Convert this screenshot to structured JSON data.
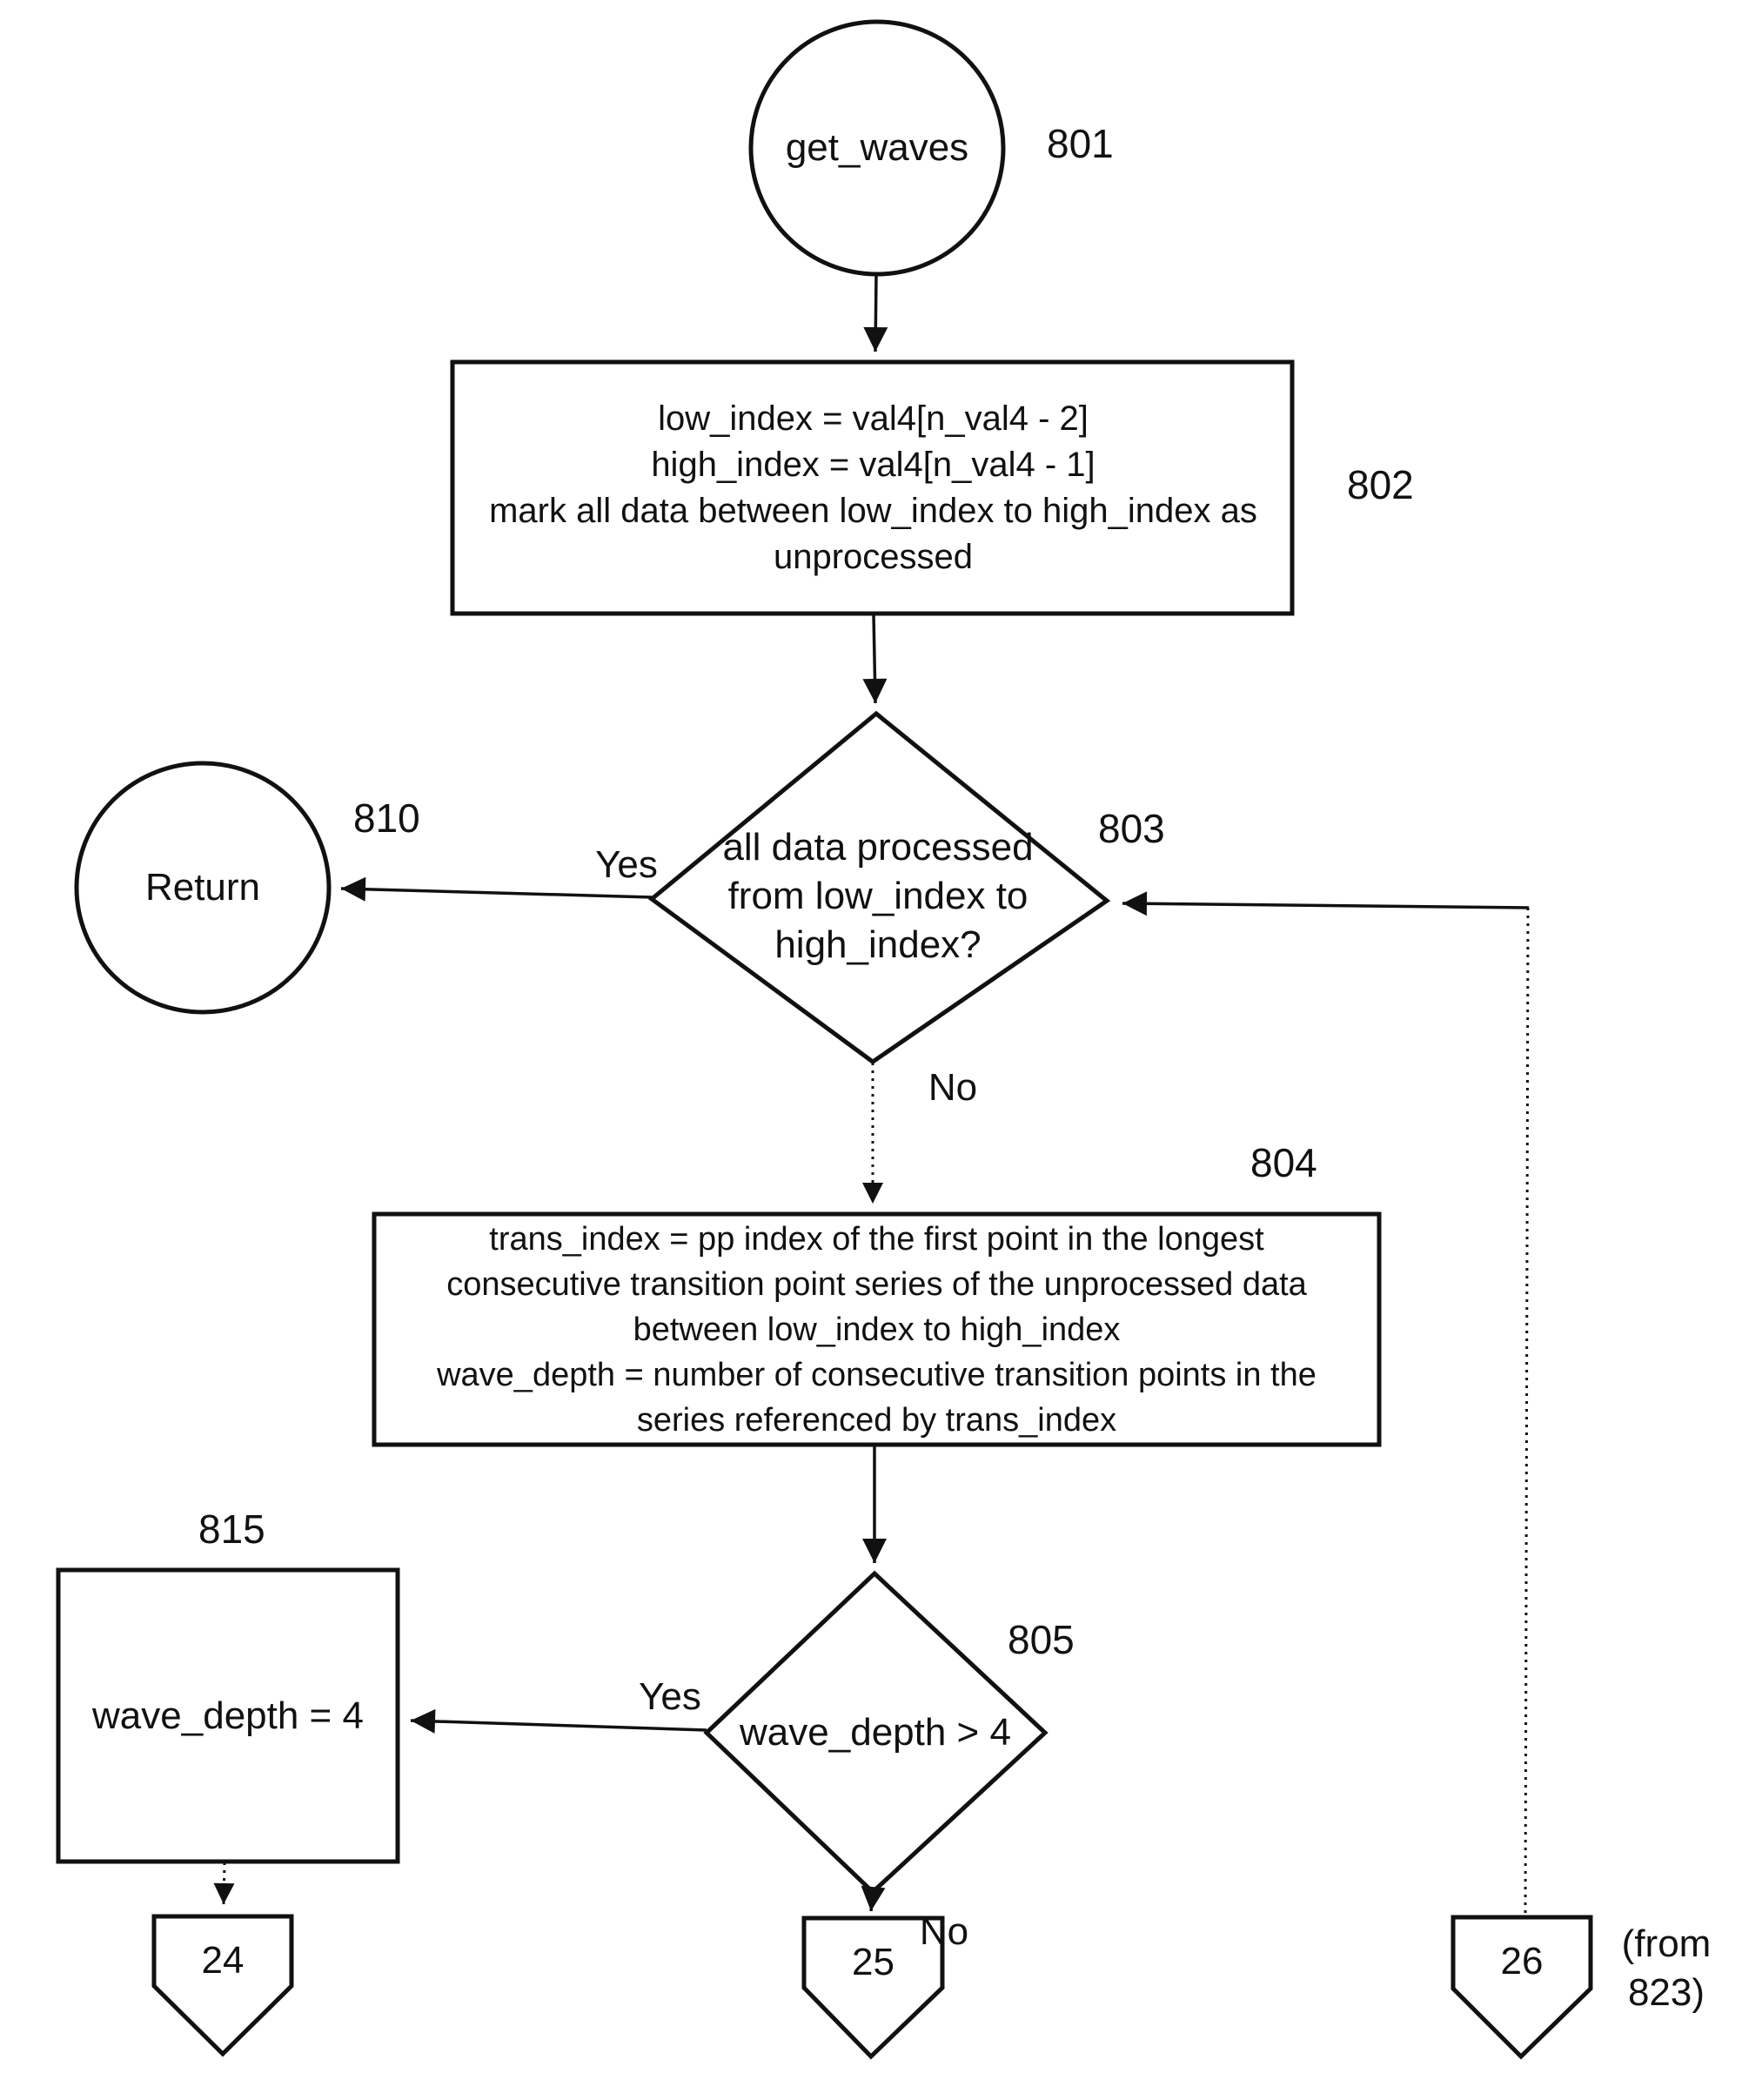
{
  "figure": {
    "type": "flowchart",
    "nodes": {
      "start": {
        "shape": "circle",
        "label": "get_waves",
        "ref": "801"
      },
      "mark_unprocessed": {
        "shape": "process",
        "ref": "802",
        "lines": [
          "low_index = val4[n_val4 - 2]",
          "high_index = val4[n_val4 - 1]",
          "mark all data between low_index to high_index as",
          "unprocessed"
        ]
      },
      "all_processed": {
        "shape": "decision",
        "ref": "803",
        "lines": [
          "all data processed",
          "from low_index to",
          "high_index?"
        ]
      },
      "ret": {
        "shape": "circle",
        "label": "Return",
        "ref": "810"
      },
      "find_series": {
        "shape": "process",
        "ref": "804",
        "lines": [
          "trans_index = pp index of the first point in the longest",
          "consecutive transition point series of the unprocessed data",
          "between low_index to high_index",
          "wave_depth = number of consecutive transition points in the",
          "series referenced by trans_index"
        ]
      },
      "depth_check": {
        "shape": "decision",
        "label": "wave_depth > 4",
        "ref": "805"
      },
      "set_depth": {
        "shape": "process",
        "label": "wave_depth = 4",
        "ref": "815"
      },
      "conn24": {
        "shape": "offpage-connector",
        "label": "24"
      },
      "conn25": {
        "shape": "offpage-connector",
        "label": "25"
      },
      "conn26": {
        "shape": "offpage-connector",
        "label": "26",
        "note_lines": [
          "(from",
          "823)"
        ]
      }
    },
    "edge_labels": {
      "all_processed_yes": "Yes",
      "all_processed_no": "No",
      "depth_check_yes": "Yes",
      "depth_check_no": "No"
    }
  }
}
